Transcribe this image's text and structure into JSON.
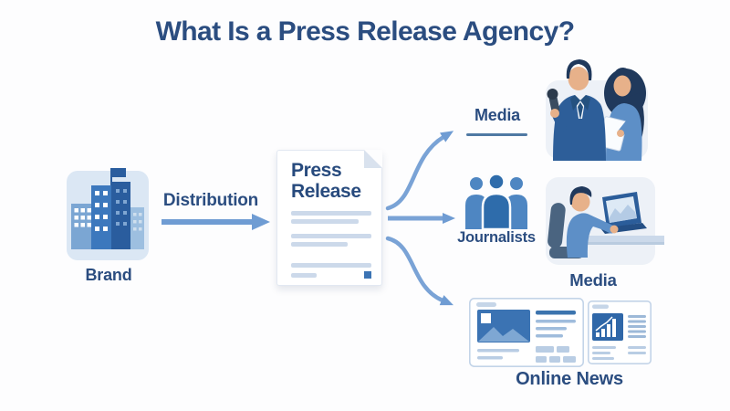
{
  "title": "What Is a Press Release Agency?",
  "nodes": {
    "brand": {
      "label": "Brand",
      "icon": "building-flag-icon"
    },
    "distribution": {
      "label": "Distribution",
      "icon": "arrow-right-icon"
    },
    "press_release": {
      "title": "Press Release",
      "icon": "press-document-icon"
    },
    "media_top": {
      "label": "Media",
      "icon": "reporter-interview-illustration"
    },
    "journalists": {
      "label": "Journalists",
      "icon": "people-group-icon"
    },
    "media_desk": {
      "label": "Media",
      "icon": "journalist-at-laptop-illustration"
    },
    "online_news": {
      "label": "Online News",
      "icon": "news-website-icons"
    }
  },
  "flow": [
    "Brand -> Distribution -> Press Release",
    "Press Release -> Media",
    "Press Release -> Journalists / Media",
    "Press Release -> Online News"
  ],
  "colors": {
    "accent": "#2b4d80",
    "arrow": "#6f9cd3",
    "panel": "#edf1f7",
    "skin": "#e7b18a",
    "hair": "#20395c",
    "suit": "#2d5e99",
    "shirt": "#5d8fc7",
    "blue_dark": "#2a5d9e",
    "blue_mid": "#3c78bd",
    "blue_light": "#7ba6d3",
    "doc_line": "#ccd9ea",
    "win_border": "#c3d4e8",
    "win_blue": "#3b73b3"
  }
}
